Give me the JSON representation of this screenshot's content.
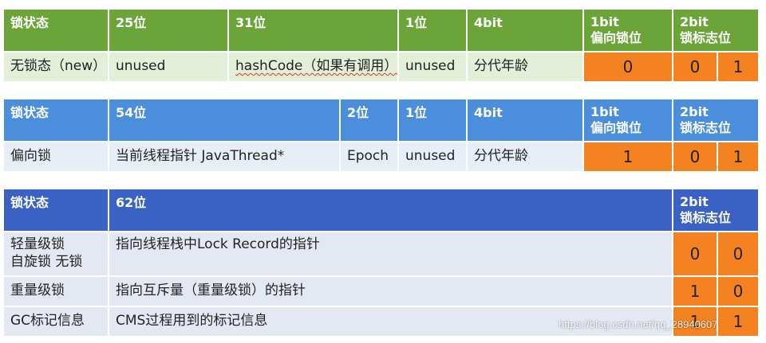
{
  "t1": {
    "header": [
      "锁状态",
      "25位",
      "31位",
      "1位",
      "4bit",
      "1bit\n偏向锁位",
      "2bit\n锁标志位"
    ],
    "row": [
      "无锁态（new）",
      "unused",
      "hashCode（如果有调用）",
      "unused",
      "分代年龄",
      "0",
      "0",
      "1"
    ]
  },
  "t2": {
    "header": [
      "锁状态",
      "54位",
      "2位",
      "1位",
      "4bit",
      "1bit\n偏向锁位",
      "2bit\n锁标志位"
    ],
    "row": [
      "偏向锁",
      "当前线程指针 JavaThread*",
      "Epoch",
      "unused",
      "分代年龄",
      "1",
      "0",
      "1"
    ]
  },
  "t3": {
    "header": [
      "锁状态",
      "62位",
      "2bit\n锁标志位"
    ],
    "rows": [
      {
        "state": "轻量级锁\n自旋锁 无锁",
        "desc": "指向线程栈中Lock Record的指针",
        "f1": "0",
        "f2": "0"
      },
      {
        "state": "重量级锁",
        "desc": "指向互斥量（重量级锁）的指针",
        "f1": "1",
        "f2": "0"
      },
      {
        "state": "GC标记信息",
        "desc": "CMS过程用到的标记信息",
        "f1": "1",
        "f2": "1"
      }
    ]
  },
  "colors": {
    "green_header": "#6ba539",
    "green_row": "#e4efd9",
    "blue_header": "#4b8fdc",
    "blue_row": "#e8eef8",
    "navy_header": "#3a62c4",
    "navy_row": "#e4e8f2",
    "orange": "#f58220"
  },
  "watermark": "https://blog.csdn.net/qq_28940607"
}
